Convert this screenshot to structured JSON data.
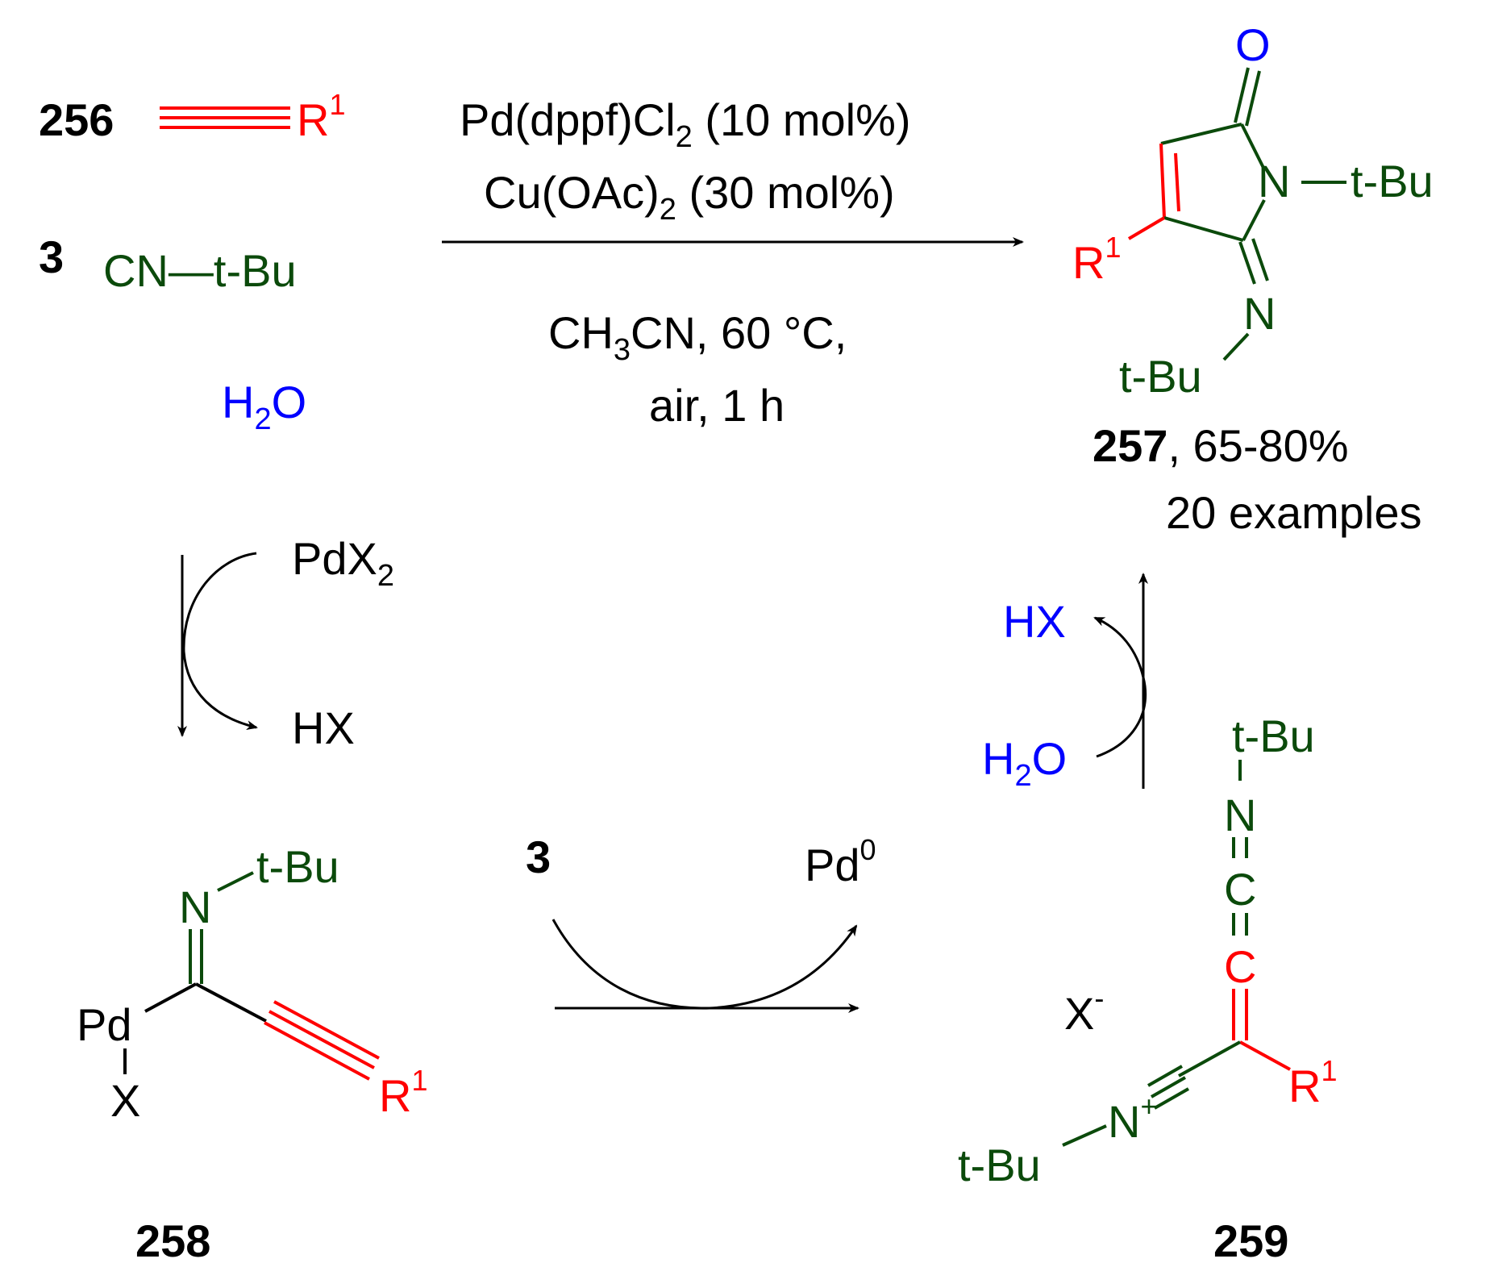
{
  "colors": {
    "black": "#000000",
    "green": "#0b4a0b",
    "red": "#ff0000",
    "blue": "#0000ff"
  },
  "reactants": {
    "alkyne_label": "256",
    "alkyne_r_group": "R",
    "alkyne_r_sup": "1",
    "isocyanide_label": "3",
    "isocyanide_text": "CN—t-Bu",
    "water": "H",
    "water_sub": "2",
    "water_o": "O"
  },
  "conditions": {
    "line1": "Pd(dppf)Cl",
    "line1_sub": "2",
    "line1_end": " (10 mol%)",
    "line2": "Cu(OAc)",
    "line2_sub": "2",
    "line2_end": " (30 mol%)",
    "line3": "CH",
    "line3_sub": "3",
    "line3_end": "CN, 60 °C,",
    "line4": "air, 1 h"
  },
  "product": {
    "o_atom": "O",
    "n_atom": "N",
    "n_tbu": "t-Bu",
    "r_group": "R",
    "r_sup": "1",
    "imine_n": "N",
    "imine_tbu": "t-Bu",
    "label": "257",
    "yield": ", 65-80%",
    "examples": "20 examples"
  },
  "cycle": {
    "pdx2": "PdX",
    "pdx2_sub": "2",
    "hx_left": "HX",
    "hx_right": "HX",
    "h2o_right": "H",
    "h2o_right_sub": "2",
    "h2o_right_o": "O",
    "isocyanide_label": "3",
    "pd0": "Pd",
    "pd0_sup": "0"
  },
  "intermediate_258": {
    "n_atom": "N",
    "tbu": "t-Bu",
    "pd": "Pd",
    "x": "X",
    "r_group": "R",
    "r_sup": "1",
    "label": "258"
  },
  "intermediate_259": {
    "tbu_top": "t-Bu",
    "n_top": "N",
    "c_top": "C",
    "c_mid": "C",
    "x_minus": "X",
    "x_minus_sup": "-",
    "r_group": "R",
    "r_sup": "1",
    "n_plus": "N",
    "n_plus_sup": "+",
    "tbu_bottom": "t-Bu",
    "label": "259"
  }
}
